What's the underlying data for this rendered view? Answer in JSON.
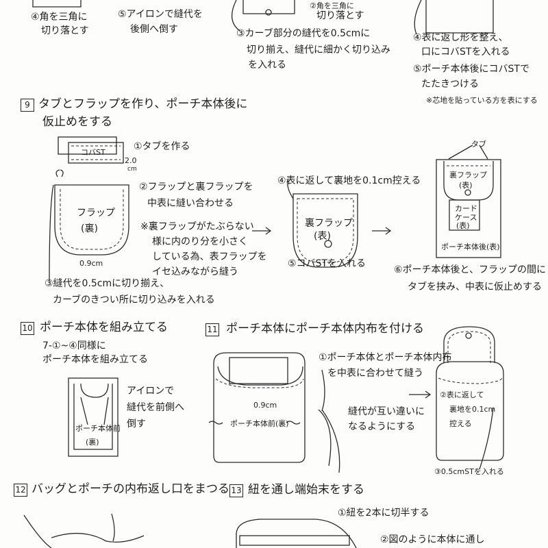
{
  "top_notes": {
    "left_step4": [
      "④角を三角に",
      "切り落とす"
    ],
    "left_step5": [
      "⑤アイロンで縫代を",
      "後側へ倒す"
    ],
    "mid_step2": [
      "②角を三角に",
      "切り落とす"
    ],
    "mid_step3": [
      "③カーブ部分の縫代を0.5cmに",
      "切り揃え、縫代に細かく切り込み",
      "を入れる"
    ],
    "right_step4": [
      "④表に返し形を整え、",
      "口にコバSTを入れる"
    ],
    "right_step5": [
      "⑤ポーチ本体後にコバSTで",
      "たたきつける"
    ],
    "right_note": "※芯地を貼っている方を表にする"
  },
  "section9": {
    "number": "9",
    "title": [
      "タブとフラップを作り、ポーチ本体後に",
      "仮止めをする"
    ],
    "tab_label": "コバST",
    "tab_step": "①タブを作る",
    "tab_width": "2.0",
    "tab_unit": "cm",
    "flap_label": [
      "フラップ",
      "(裏)"
    ],
    "flap_seam": "0.9cm",
    "step2": [
      "②フラップと裏フラップを",
      "中表に縫い合わせる"
    ],
    "note": [
      "※裏フラップがたぶらない",
      "様に内のり分を小さく",
      "している為、表フラップを",
      "イセ込みながら縫う"
    ],
    "step3": [
      "③縫代を0.5cmに切り揃え、",
      "カーブのきつい所に切り込みを入れる"
    ],
    "step4": "④表に返して裏地を0.1cm控える",
    "flap2_label": [
      "裏フラップ",
      "(表)"
    ],
    "step5": "⑤コバSTを入れる",
    "tab_callout": "タブ",
    "inner_flap_label": [
      "裏フラップ",
      "(表)"
    ],
    "card_case_label": [
      "カード",
      "ケース",
      "(表)"
    ],
    "body_label": "ポーチ本体後(表)",
    "step6": [
      "⑥ポーチ本体後と、フラップの間に",
      "タブを挟み、中表に仮止めする"
    ]
  },
  "section10": {
    "number": "10",
    "title": "ポーチ本体を組み立てる",
    "sub": [
      "7-①~④同様に",
      "ポーチ本体を組み立てる"
    ],
    "body_label": [
      "ポーチ本体前",
      "(裏)"
    ],
    "iron_note": [
      "アイロンで",
      "縫代を前側へ",
      "倒す"
    ]
  },
  "section11": {
    "number": "11",
    "title": "ポーチ本体にポーチ本体内布を付ける",
    "seam": "0.9cm",
    "body_label": "ポーチ本体前(裏)",
    "step1": [
      "①ポーチ本体とポーチ本体内布",
      "を中表に合わせて縫う"
    ],
    "seam_note": [
      "縫代が互い違いに",
      "なるようにする"
    ],
    "step2": [
      "②表に返して",
      "裏地を0.1cm",
      "控える"
    ],
    "step3": "③0.5cmSTを入れる"
  },
  "section12": {
    "number": "12",
    "title": "バッグとポーチの内布返し口をまつる"
  },
  "section13": {
    "number": "13",
    "title": "紐を通し端始末をする",
    "step1": "①紐を2本に切半する",
    "step2": "②図のように本体に通し"
  }
}
